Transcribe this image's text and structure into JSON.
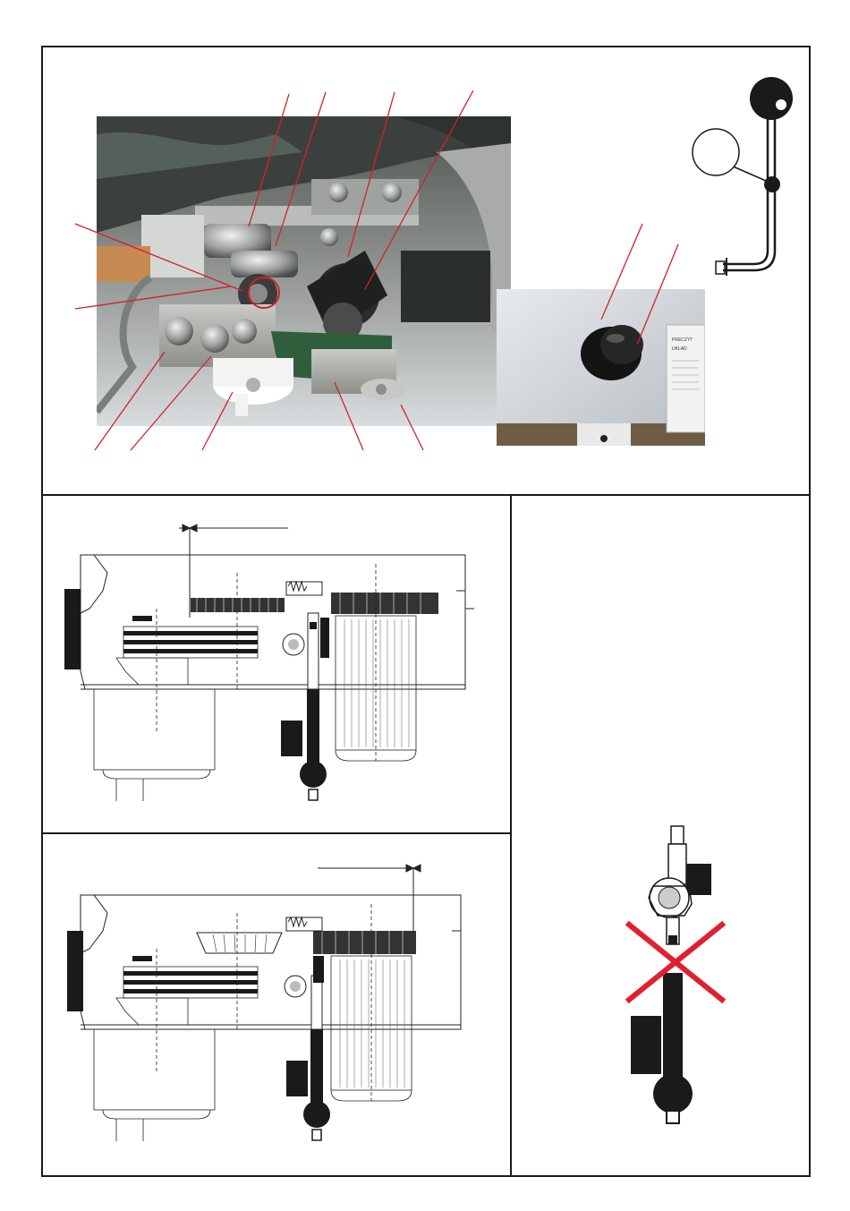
{
  "colors": {
    "frame": "#1a1a1a",
    "callout_line": "#d4202a",
    "warning_cross": "#e02030",
    "photo_base": "#6d716e",
    "drawing_line": "#222222"
  },
  "panels": {
    "top": {
      "photo_main": "machine-mechanism-photo",
      "photo_knob": "control-knob-photo",
      "diagram": "lever-diagram"
    },
    "middle_left": {
      "diagram": "drive-assembly-diagram-a"
    },
    "bottom_left": {
      "diagram": "drive-assembly-diagram-b"
    },
    "right": {
      "diagram": "lever-incorrect-position-diagram",
      "warning": "red-x-icon"
    }
  },
  "photo_knob": {
    "label_line_1": "PRECZYT",
    "label_line_2": "UKLAD"
  }
}
